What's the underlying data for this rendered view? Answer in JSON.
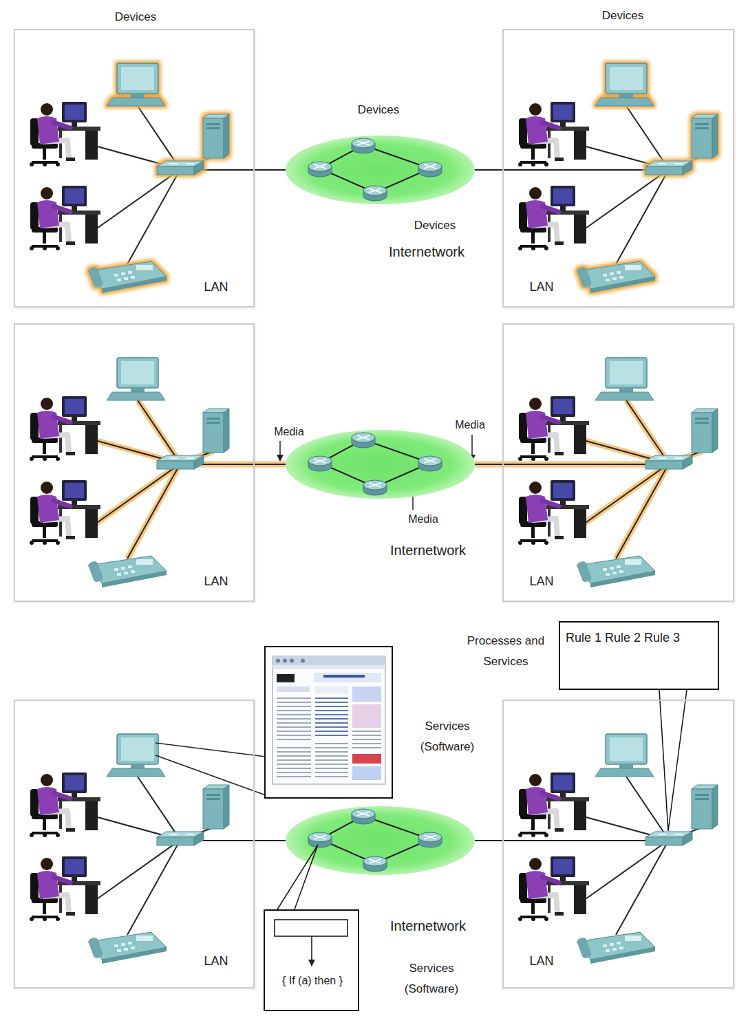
{
  "diagram": {
    "nodes": [
      {
        "text": [
          "Devices",
          "LAN"
        ]
      },
      {
        "text": [
          "Internetwork"
        ]
      },
      {
        "text": [
          "Devices",
          "LAN"
        ]
      },
      {
        "text": [
          "LAN"
        ]
      },
      {
        "text": [
          "Internetwork"
        ]
      },
      {
        "text": [
          "LAN"
        ]
      },
      {
        "text": [
          "Rule 1 Rule 2 Rule 3"
        ]
      },
      {
        "text": [
          "LAN"
        ]
      },
      {
        "text": [
          "Internetwork"
        ]
      },
      {
        "text": [
          "LAN"
        ]
      },
      {
        "text": [
          "{ If (a) then }"
        ]
      }
    ],
    "edges": [
      {
        "from": 0,
        "to": 1,
        "arrow": "none"
      },
      {
        "from": 1,
        "to": 2,
        "arrow": "none"
      },
      {
        "from": 3,
        "to": 4,
        "arrow": "none"
      },
      {
        "from": 4,
        "to": 5,
        "arrow": "none"
      },
      {
        "from": 7,
        "to": 8,
        "arrow": "none"
      },
      {
        "from": 8,
        "to": 9,
        "arrow": "none"
      }
    ],
    "labels": [
      "Devices",
      "Devices",
      "Media",
      "Media",
      "Media",
      "Processes and Services",
      "Services (Software)",
      "Services (Software)"
    ]
  }
}
